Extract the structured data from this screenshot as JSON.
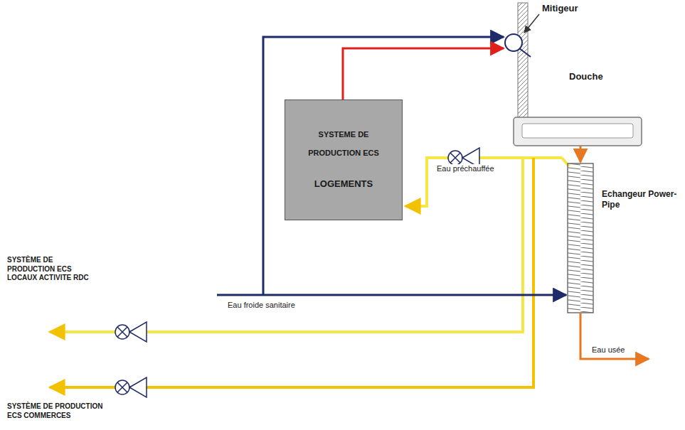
{
  "diagram": {
    "nodes": [
      {
        "text": [
          "SYSTEME DE PRODUCTION ECS",
          "LOGEMENTS"
        ]
      }
    ],
    "labels": [
      "Mitigeur",
      "Douche",
      "Eau préchauffée",
      "Echangeur Power-Pipe",
      "SYSTÈME DE PRODUCTION ECS LOCAUX ACTIVITE RDC",
      "Eau froide sanitaire",
      "Eau usée",
      "SYSTÈME DE PRODUCTION ECS COMMERCES"
    ]
  }
}
